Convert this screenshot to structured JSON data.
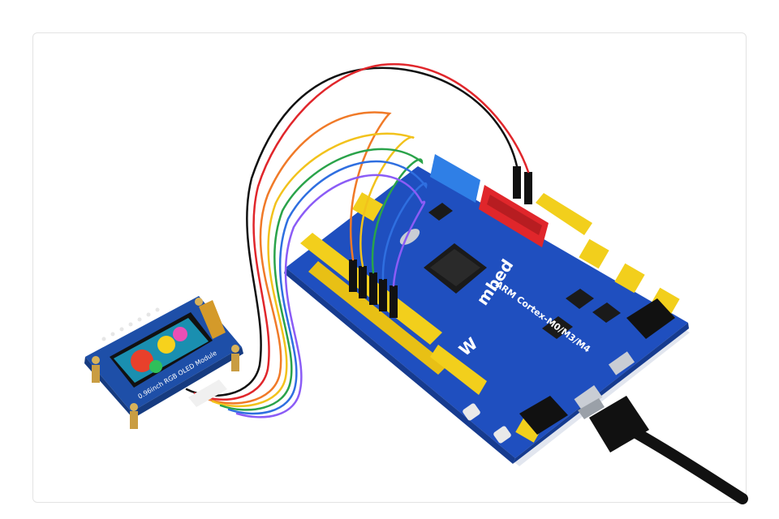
{
  "photo": {
    "oled_label": "0.96inch RGB OLED Module",
    "board_label": "ARM Cortex-M0/M3/M4",
    "mbed_label": "mbed",
    "brand_label": "W",
    "colors": {
      "pcb_blue": "#1f4fbf",
      "header_yellow": "#f2cf1c",
      "header_red": "#e0262b",
      "header_blue": "#2f7fe6",
      "wire_black": "#111111",
      "wire_red": "#e0262b",
      "wire_yellow": "#f2c21c",
      "wire_green": "#2aa34a",
      "wire_blue": "#2f6fe0",
      "wire_orange": "#f07a28",
      "wire_purple": "#8b5cf6"
    }
  }
}
